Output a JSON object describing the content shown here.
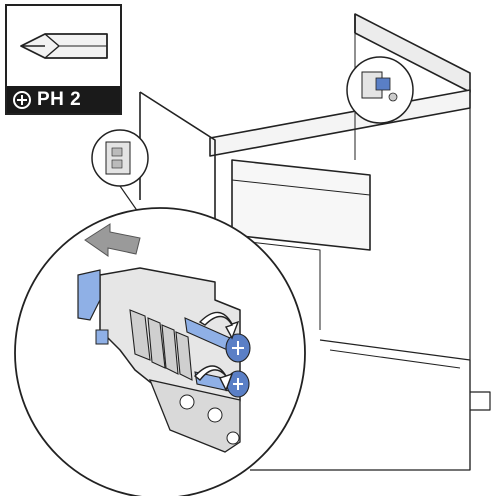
{
  "tool": {
    "bit_type": "PH 2",
    "icon": "phillips-screwdriver-bit"
  },
  "steps": {
    "arrow_direction": "left",
    "rotation_arrows": 2,
    "screws": 2
  },
  "colors": {
    "line": "#222222",
    "fill_light": "#e9e9e9",
    "fill_mid": "#cfcfcf",
    "fill_dark": "#9a9a9a",
    "accent_blue": "#5a7fc6",
    "accent_blue_light": "#8fb0e6"
  }
}
